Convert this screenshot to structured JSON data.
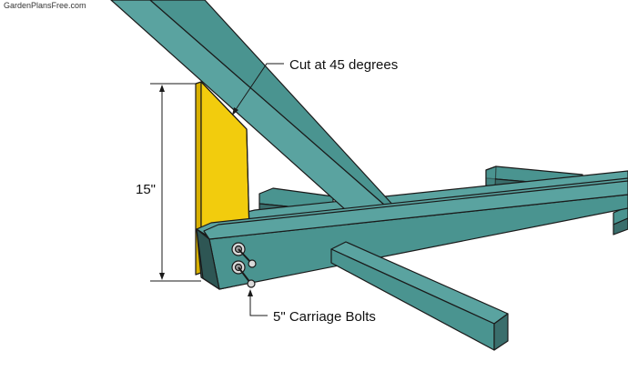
{
  "source": "GardenPlansFree.com",
  "labels": {
    "cut": "Cut at 45 degrees",
    "height": "15\"",
    "bolts": "5\" Carriage Bolts"
  },
  "colors": {
    "timber_light": "#5aa3a0",
    "timber_mid": "#4a9490",
    "timber_dark": "#3a6e6c",
    "timber_darkest": "#2e5654",
    "brace": "#f2cc0d",
    "brace_side": "#d8b000",
    "line": "#1a1a1a",
    "bolt": "#d9d9d9"
  }
}
